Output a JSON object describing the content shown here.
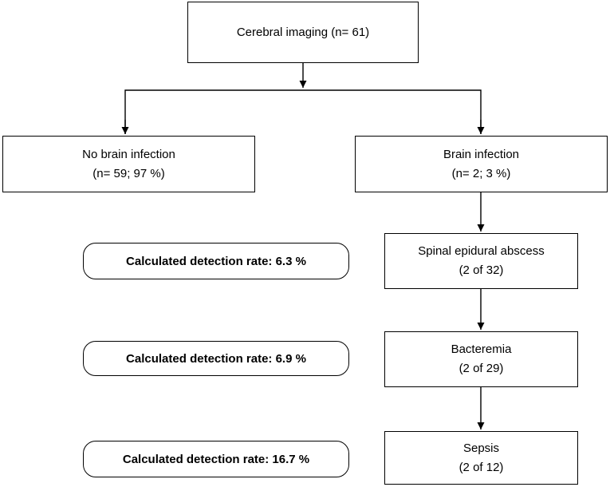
{
  "diagram": {
    "root": {
      "label": "Cerebral imaging (n= 61)"
    },
    "no_infection": {
      "title": "No brain infection",
      "detail": "(n= 59; 97 %)"
    },
    "infection": {
      "title": "Brain infection",
      "detail": "(n= 2; 3 %)"
    },
    "steps": [
      {
        "title": "Spinal epidural abscess",
        "detail": "(2 of 32)",
        "rate": "Calculated detection rate: 6.3 %"
      },
      {
        "title": "Bacteremia",
        "detail": "(2 of 29)",
        "rate": "Calculated detection rate: 6.9 %"
      },
      {
        "title": "Sepsis",
        "detail": "(2 of 12)",
        "rate": "Calculated detection rate: 16.7 %"
      }
    ]
  },
  "colors": {
    "line": "#000000",
    "box_fill": "#ffffff"
  }
}
